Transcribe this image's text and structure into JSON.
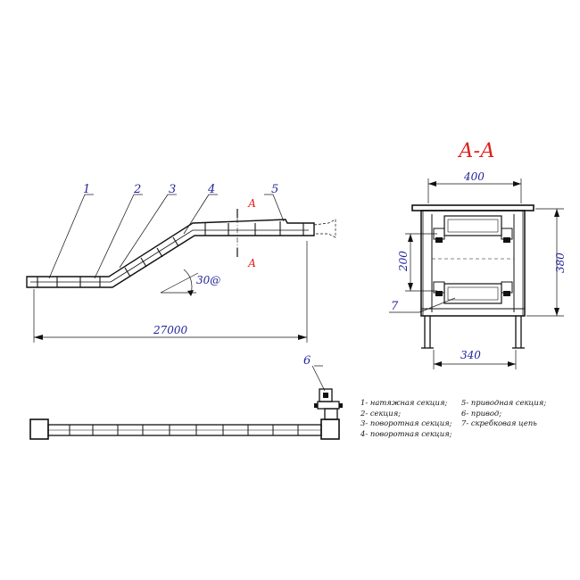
{
  "section_title": "А-А",
  "section_marks": [
    "А",
    "А"
  ],
  "part_numbers": [
    "1",
    "2",
    "3",
    "4",
    "5",
    "6",
    "7"
  ],
  "dimensions": {
    "total_length": "27000",
    "angle": "30@",
    "width_top": "400",
    "width_bottom": "340",
    "height": "380",
    "inner_height": "200"
  },
  "legend": [
    "1- натяжная секция;",
    "2- секция;",
    "3- поворотная секция;",
    "4- поворотная секция;",
    "5- приводная секция;",
    "6- привод;",
    "7- скребковая цепь"
  ],
  "colors": {
    "labels": "#23239a",
    "section": "#e0201a",
    "lines": "#111111"
  }
}
